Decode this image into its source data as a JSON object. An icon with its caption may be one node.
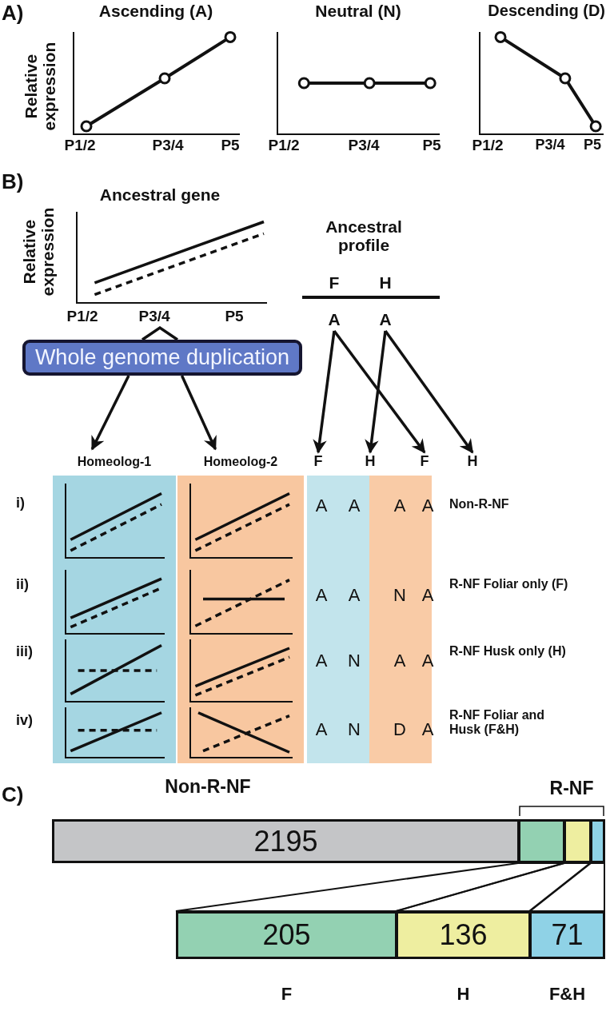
{
  "diagram": {
    "nodes": [
      {
        "text": [
          "Ancestral gene",
          "Relative expression",
          "P1/2",
          "P3/4",
          "P5"
        ]
      },
      {
        "text": [
          "A"
        ]
      },
      {
        "text": [
          "A"
        ]
      },
      {
        "text": [
          "Whole genome duplication"
        ]
      },
      {
        "text": [
          "Homeolog-1"
        ]
      },
      {
        "text": [
          "Homeolog-2"
        ]
      },
      {
        "text": [
          "F"
        ]
      },
      {
        "text": [
          "H"
        ]
      },
      {
        "text": [
          "F"
        ]
      },
      {
        "text": [
          "H"
        ]
      },
      {
        "text": [
          "A",
          "A",
          "A",
          "A",
          "A",
          "N",
          "A",
          "N"
        ]
      },
      {
        "text": [
          "A",
          "A",
          "N",
          "A",
          "A",
          "A",
          "D",
          "A"
        ]
      },
      {
        "text": [
          "2195"
        ]
      },
      {
        "text": [],
        "shape": "bar"
      },
      {
        "text": [],
        "shape": "bar"
      },
      {
        "text": [],
        "shape": "bar"
      },
      {
        "text": [
          "205"
        ],
        "beside": [
          "F"
        ]
      },
      {
        "text": [
          "136"
        ],
        "beside": [
          "H"
        ]
      },
      {
        "text": [
          "71"
        ],
        "beside": [
          "F&H"
        ]
      }
    ],
    "edges": [
      {
        "from": 0,
        "to": 3,
        "arrow": "none"
      },
      {
        "from": 3,
        "to": 4,
        "arrow": "to"
      },
      {
        "from": 3,
        "to": 5,
        "arrow": "to"
      },
      {
        "from": 1,
        "to": 6,
        "arrow": "to"
      },
      {
        "from": 1,
        "to": 8,
        "arrow": "to"
      },
      {
        "from": 2,
        "to": 7,
        "arrow": "to"
      },
      {
        "from": 2,
        "to": 9,
        "arrow": "to"
      },
      {
        "from": 13,
        "to": 16,
        "arrow": "none"
      },
      {
        "from": 14,
        "to": 17,
        "arrow": "none"
      },
      {
        "from": 15,
        "to": 18,
        "arrow": "none"
      }
    ],
    "labels": [
      "A)",
      "Ascending (A)",
      "Neutral (N)",
      "Descending (D)",
      "Relative expression",
      "P1/2",
      "P3/4",
      "P5",
      "P1/2",
      "P3/4",
      "P5",
      "P1/2",
      "P3/4",
      "P5",
      "B)",
      "Ancestral profile",
      "F",
      "H",
      "i)",
      "Non-R-NF",
      "ii)",
      "R-NF Foliar only (F)",
      "iii)",
      "R-NF Husk only (H)",
      "iv)",
      "R-NF Foliar and Husk (F&H)",
      "C)",
      "Non-R-NF",
      "R-NF"
    ]
  }
}
